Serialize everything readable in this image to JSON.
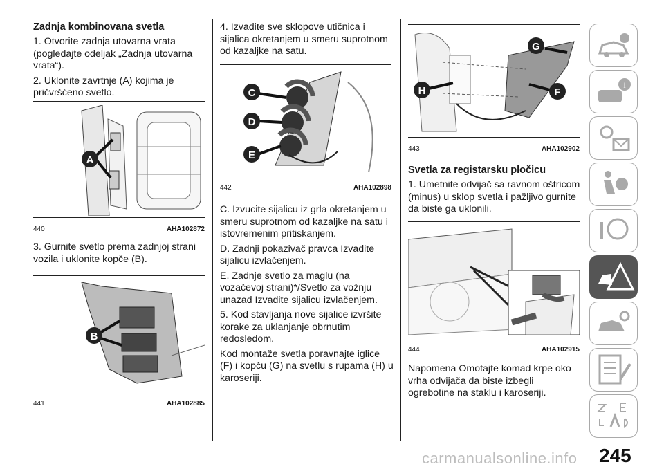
{
  "col1": {
    "heading": "Zadnja kombinovana svetla",
    "p1": "1. Otvorite zadnja utovarna vrata (pogledajte odeljak „Zadnja utovarna vrata“).",
    "p2": "2. Uklonite zavrtnje (A) kojima je pričvršćeno svetlo.",
    "fig440": {
      "num": "440",
      "code": "AHA102872",
      "label": "A"
    },
    "p3": "3. Gurnite svetlo prema zadnjoj strani vozila i uklonite kopče (B).",
    "fig441": {
      "num": "441",
      "code": "AHA102885",
      "label": "B"
    }
  },
  "col2": {
    "p4": "4. Izvadite sve sklopove utičnica i sijalica okretanjem u smeru suprotnom od kazaljke na satu.",
    "fig442": {
      "num": "442",
      "code": "AHA102898",
      "labels": [
        "C",
        "D",
        "E"
      ]
    },
    "pC": "C. Izvucite sijalicu iz grla okretanjem u smeru suprotnom od kazaljke na satu i istovremenim pritiskanjem.",
    "pD": "D. Zadnji pokazivač pravca Izvadite sijalicu izvlačenjem.",
    "pE": "E. Zadnje svetlo za maglu (na vozačevoj strani)*/Svetlo za vožnju unazad Izvadite sijalicu izvlačenjem.",
    "p5": "5. Kod stavljanja nove sijalice izvršite korake za uklanjanje obrnutim redosledom.",
    "p6": "Kod montaže svetla poravnajte iglice (F) i kopču (G) na svetlu s rupama (H) u karoseriji."
  },
  "col3": {
    "fig443": {
      "num": "443",
      "code": "AHA102902",
      "labels": [
        "G",
        "H",
        "F"
      ]
    },
    "heading": "Svetla za registarsku pločicu",
    "p1": "1. Umetnite odvijač sa ravnom oštricom (minus) u sklop svetla i pažljivo gurnite da biste ga uklonili.",
    "fig444": {
      "num": "444",
      "code": "AHA102915"
    },
    "p2": "Napomena Omotajte komad krpe oko vrha odvijača da biste izbegli ogrebotine na staklu i karoseriji."
  },
  "sidebar": {
    "tabs": [
      "car-info-icon",
      "dashboard-info-icon",
      "lights-message-icon",
      "safety-airbag-icon",
      "steering-key-icon",
      "warning-triangle-icon",
      "service-car-icon",
      "specs-list-icon",
      "alphabet-index-icon"
    ],
    "active_index": 5
  },
  "page_number": "245",
  "watermark": "carmanualsonline.info"
}
